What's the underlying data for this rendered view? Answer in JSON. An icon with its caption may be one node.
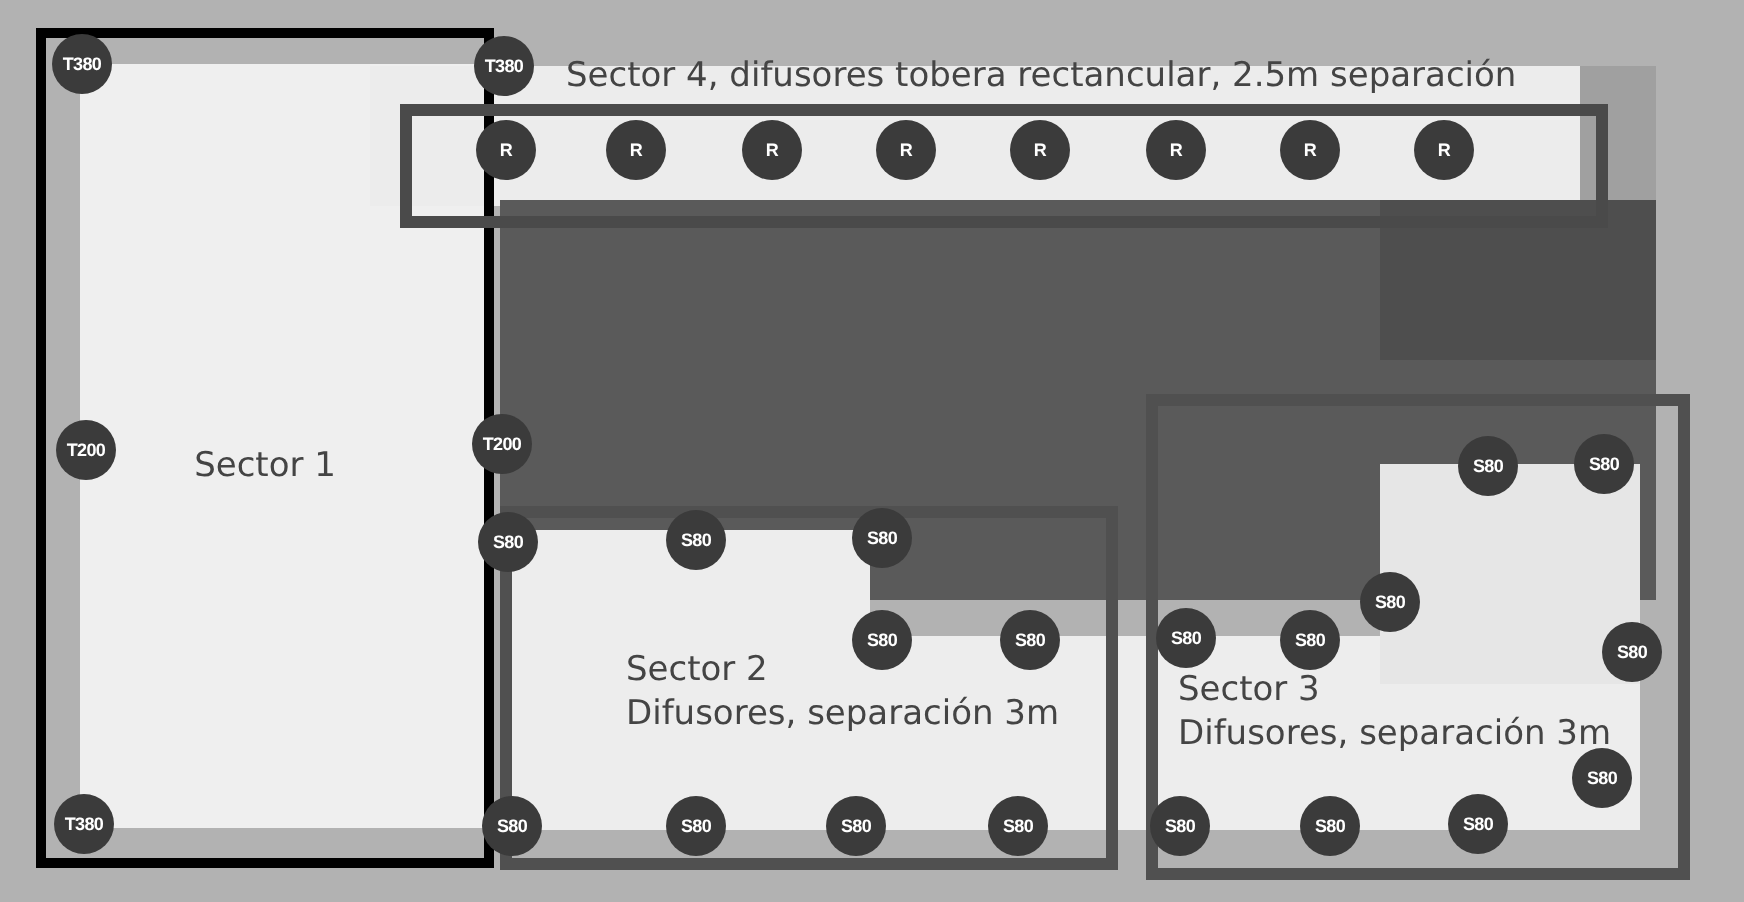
{
  "diagram": {
    "nodes": [
      {
        "text": [
          "Sector 1"
        ]
      },
      {
        "text": [
          "T380"
        ],
        "in": 0
      },
      {
        "text": [
          "T200"
        ],
        "in": 0
      },
      {
        "text": [
          "T380"
        ],
        "in": 0
      },
      {
        "text": [
          "T380"
        ]
      },
      {
        "text": [
          "T200"
        ]
      },
      {
        "text": [
          "Sector 4, difusores tobera rectancular, 2.5m separación"
        ]
      },
      {
        "text": [
          "R"
        ],
        "in": 6
      },
      {
        "text": [
          "R"
        ],
        "in": 6
      },
      {
        "text": [
          "R"
        ],
        "in": 6
      },
      {
        "text": [
          "R"
        ],
        "in": 6
      },
      {
        "text": [
          "R"
        ],
        "in": 6
      },
      {
        "text": [
          "R"
        ],
        "in": 6
      },
      {
        "text": [
          "R"
        ],
        "in": 6
      },
      {
        "text": [
          "R"
        ],
        "in": 6
      },
      {
        "text": [
          "Sector 2",
          "Difusores, separación 3m"
        ]
      },
      {
        "text": [
          "S80"
        ]
      },
      {
        "text": [
          "S80"
        ]
      },
      {
        "text": [
          "S80"
        ],
        "in": 15
      },
      {
        "text": [
          "S80"
        ],
        "in": 15
      },
      {
        "text": [
          "S80"
        ],
        "in": 15
      },
      {
        "text": [
          "S80"
        ],
        "in": 15
      },
      {
        "text": [
          "S80"
        ],
        "in": 15
      },
      {
        "text": [
          "S80"
        ],
        "in": 15
      },
      {
        "text": [
          "S80"
        ],
        "in": 15
      },
      {
        "text": [
          "Sector 3",
          "Difusores, separación 3m"
        ]
      },
      {
        "text": [
          "S80"
        ],
        "in": 25
      },
      {
        "text": [
          "S80"
        ],
        "in": 25
      },
      {
        "text": [
          "S80"
        ],
        "in": 25
      },
      {
        "text": [
          "S80"
        ],
        "in": 25
      },
      {
        "text": [
          "S80"
        ],
        "in": 25
      },
      {
        "text": [
          "S80"
        ],
        "in": 25
      },
      {
        "text": [
          "S80"
        ],
        "in": 25
      },
      {
        "text": [
          "S80"
        ],
        "in": 25
      },
      {
        "text": [
          "S80"
        ],
        "in": 25
      },
      {
        "text": [
          "S80"
        ],
        "in": 25
      }
    ],
    "edges": []
  }
}
